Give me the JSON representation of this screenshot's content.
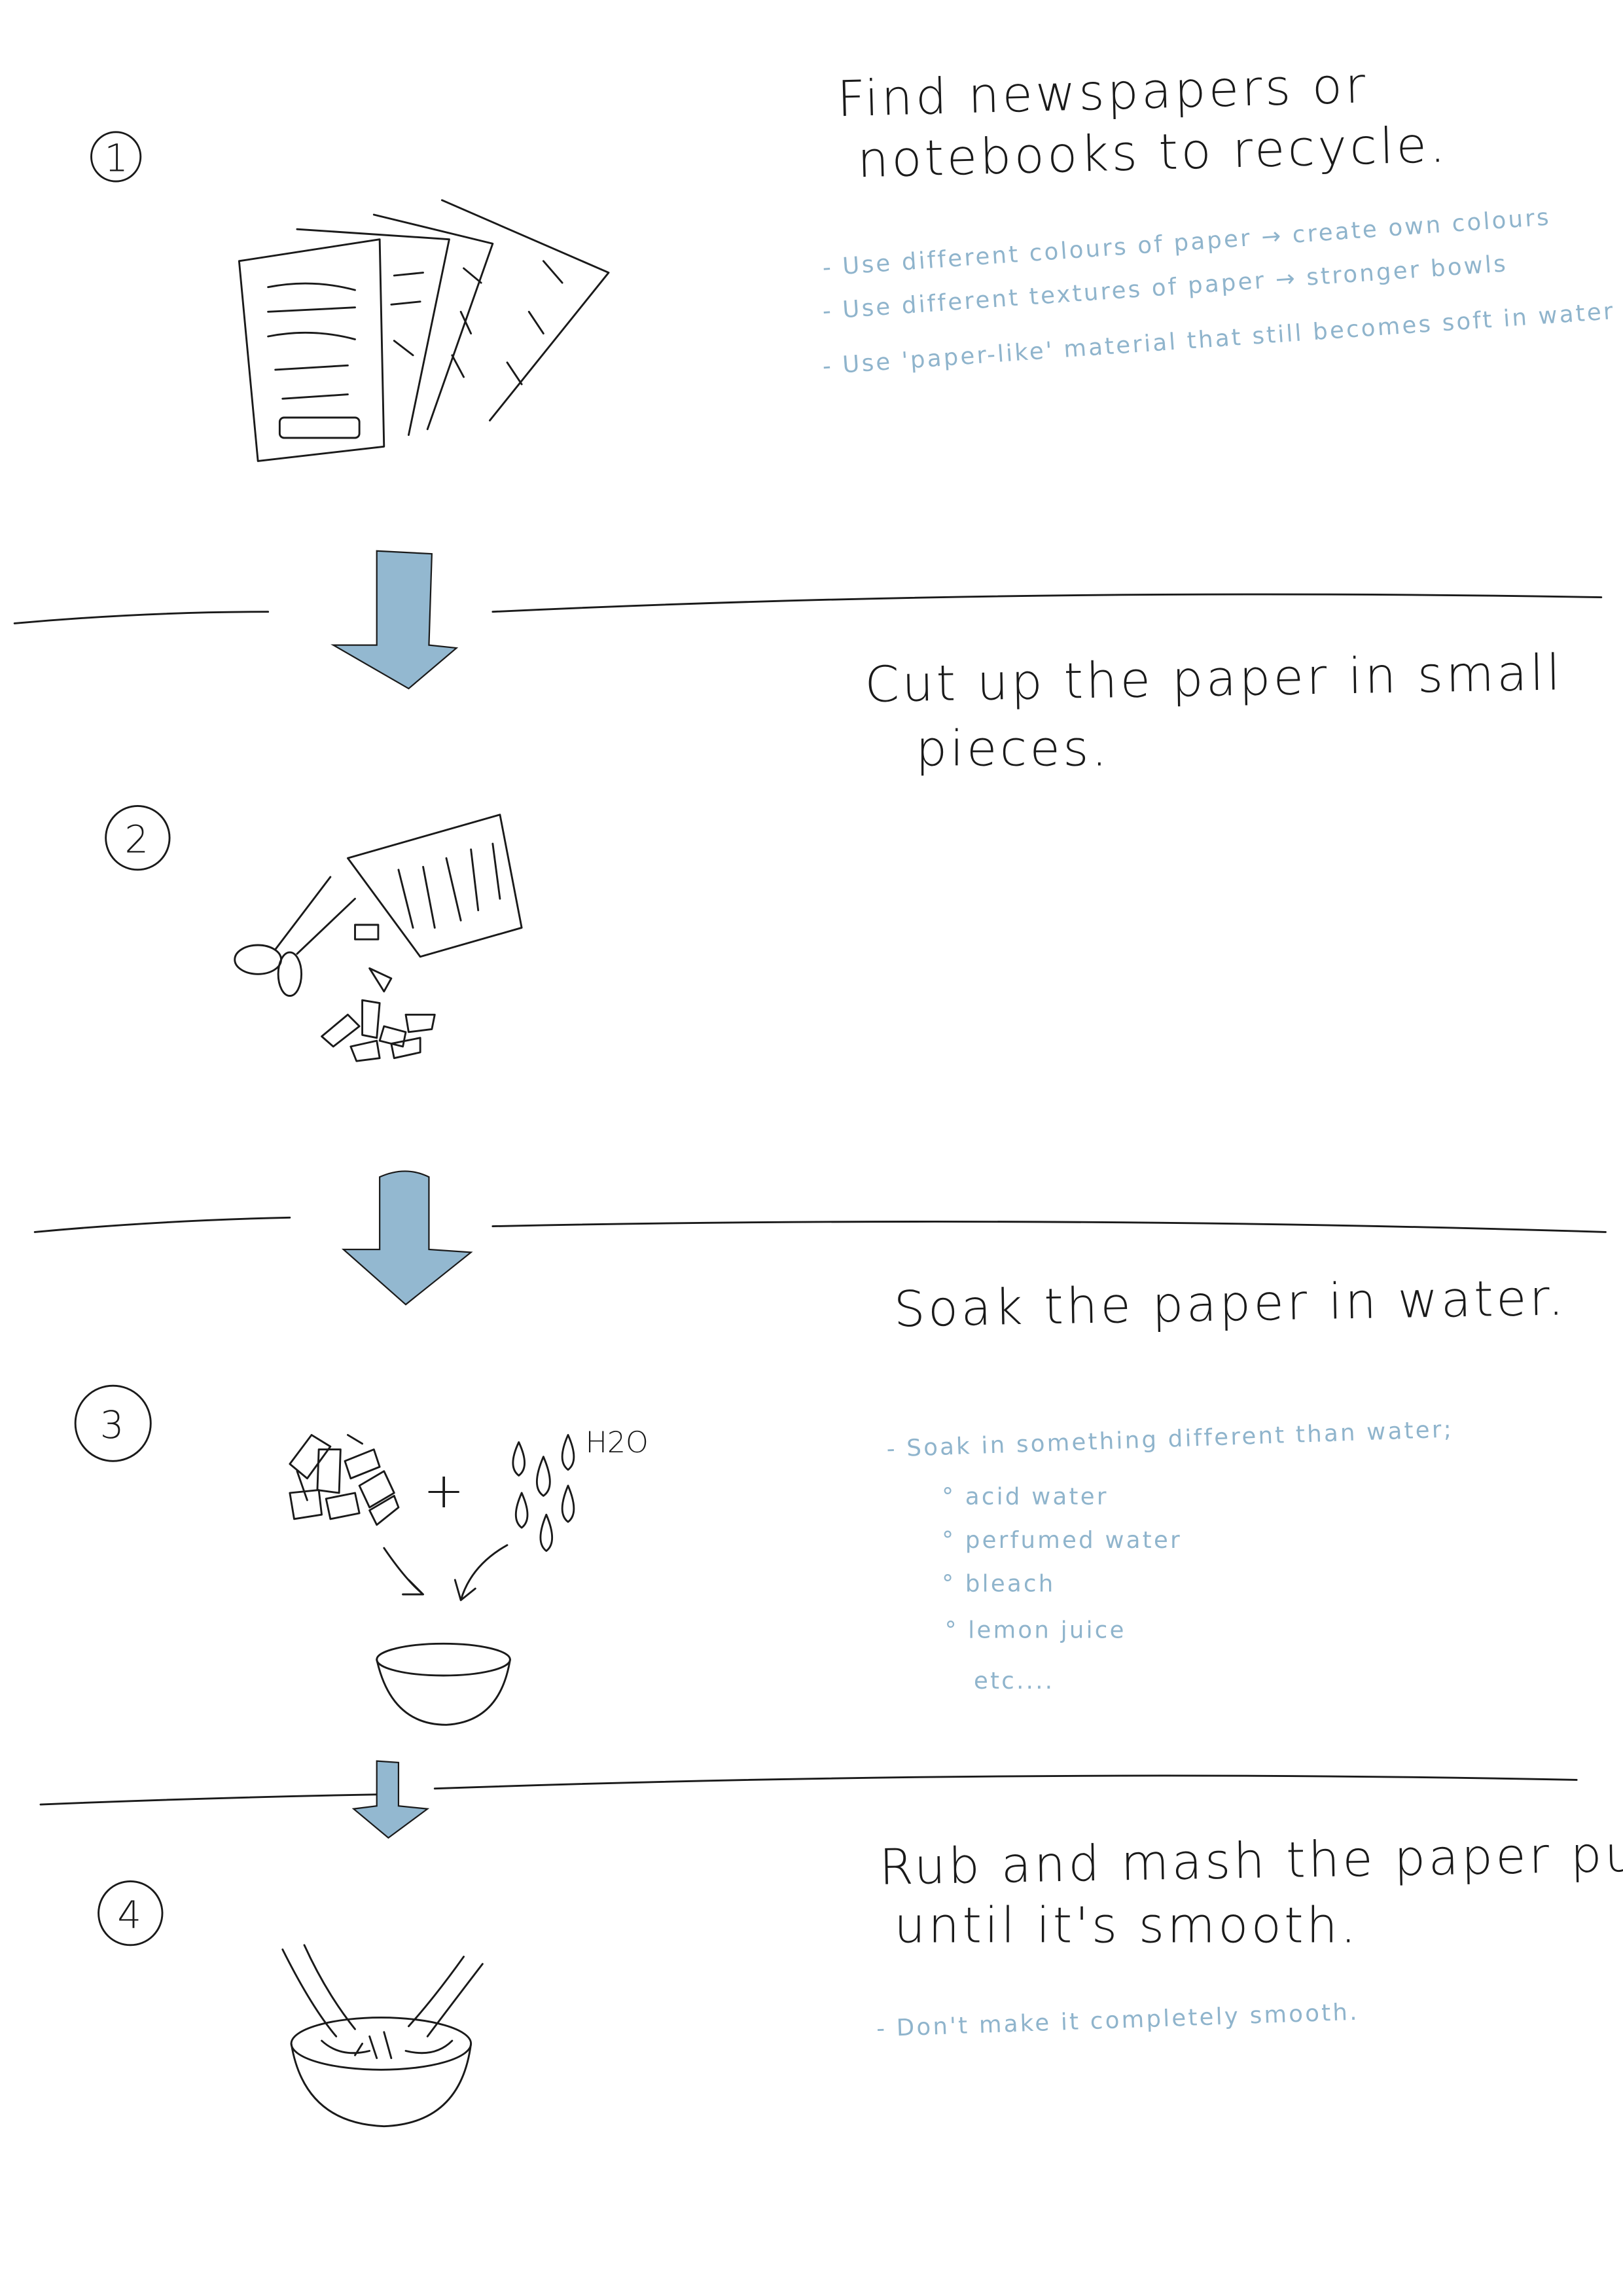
{
  "colors": {
    "ink": "#1a1a1a",
    "note": "#8fb4cc",
    "arrow": "#93b8d0"
  },
  "steps": [
    {
      "number": "1",
      "title_lines": [
        "Find newspapers or",
        "notebooks to recycle."
      ],
      "notes": [
        "- Use different colours of paper → create own colours",
        "- Use different textures of paper → stronger bowls",
        "- Use 'paper-like' material that still becomes soft in water"
      ]
    },
    {
      "number": "2",
      "title_lines": [
        "Cut up the paper in small",
        "pieces."
      ]
    },
    {
      "number": "3",
      "title_lines": [
        "Soak the paper in water."
      ],
      "formula": "H2O",
      "plus": "+",
      "notes": [
        "- Soak in something different than water;"
      ],
      "sub_notes": [
        "° acid water",
        "° perfumed water",
        "° bleach",
        "° lemon juice",
        "etc...."
      ]
    },
    {
      "number": "4",
      "title_lines": [
        "Rub and mash the paper pulp",
        "until it's smooth."
      ],
      "notes": [
        "- Don't make it completely smooth."
      ]
    }
  ]
}
